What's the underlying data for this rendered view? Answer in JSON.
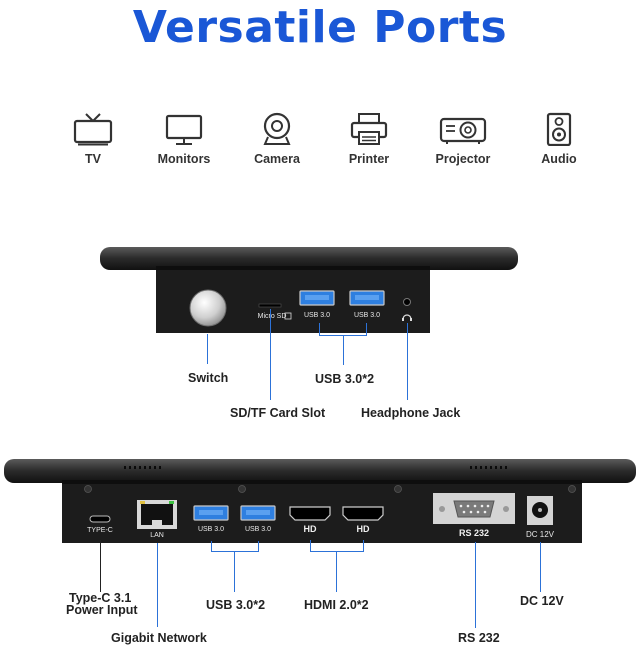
{
  "header": {
    "title": "Versatile Ports"
  },
  "devices": [
    {
      "label": "TV",
      "icon": "tv-icon"
    },
    {
      "label": "Monitors",
      "icon": "monitor-icon"
    },
    {
      "label": "Camera",
      "icon": "webcam-icon"
    },
    {
      "label": "Printer",
      "icon": "printer-icon"
    },
    {
      "label": "Projector",
      "icon": "projector-icon"
    },
    {
      "label": "Audio",
      "icon": "speaker-icon"
    }
  ],
  "side_panel": {
    "port_labels": {
      "microsd": "Micro SD",
      "usb_a": "USB 3.0",
      "usb_b": "USB 3.0"
    },
    "callouts": {
      "switch": "Switch",
      "usb": "USB 3.0*2",
      "sd": "SD/TF Card Slot",
      "headphone": "Headphone Jack"
    }
  },
  "bottom_panel": {
    "port_labels": {
      "typec": "TYPE-C",
      "lan": "LAN",
      "usb_a": "USB 3.0",
      "usb_b": "USB 3.0",
      "hd_a": "HD",
      "hd_b": "HD",
      "rs232": "RS 232",
      "dc": "DC 12V"
    },
    "callouts": {
      "typec_line1": "Type-C 3.1",
      "typec_line2": "Power Input",
      "lan": "Gigabit Network",
      "usb": "USB 3.0*2",
      "hdmi": "HDMI 2.0*2",
      "rs232": "RS 232",
      "dc": "DC 12V"
    }
  },
  "colors": {
    "title": "#1a57d6",
    "accent_line": "#2c72d8",
    "usb_blue": "#2e7fe0",
    "device_body": "#1c1c1c"
  }
}
